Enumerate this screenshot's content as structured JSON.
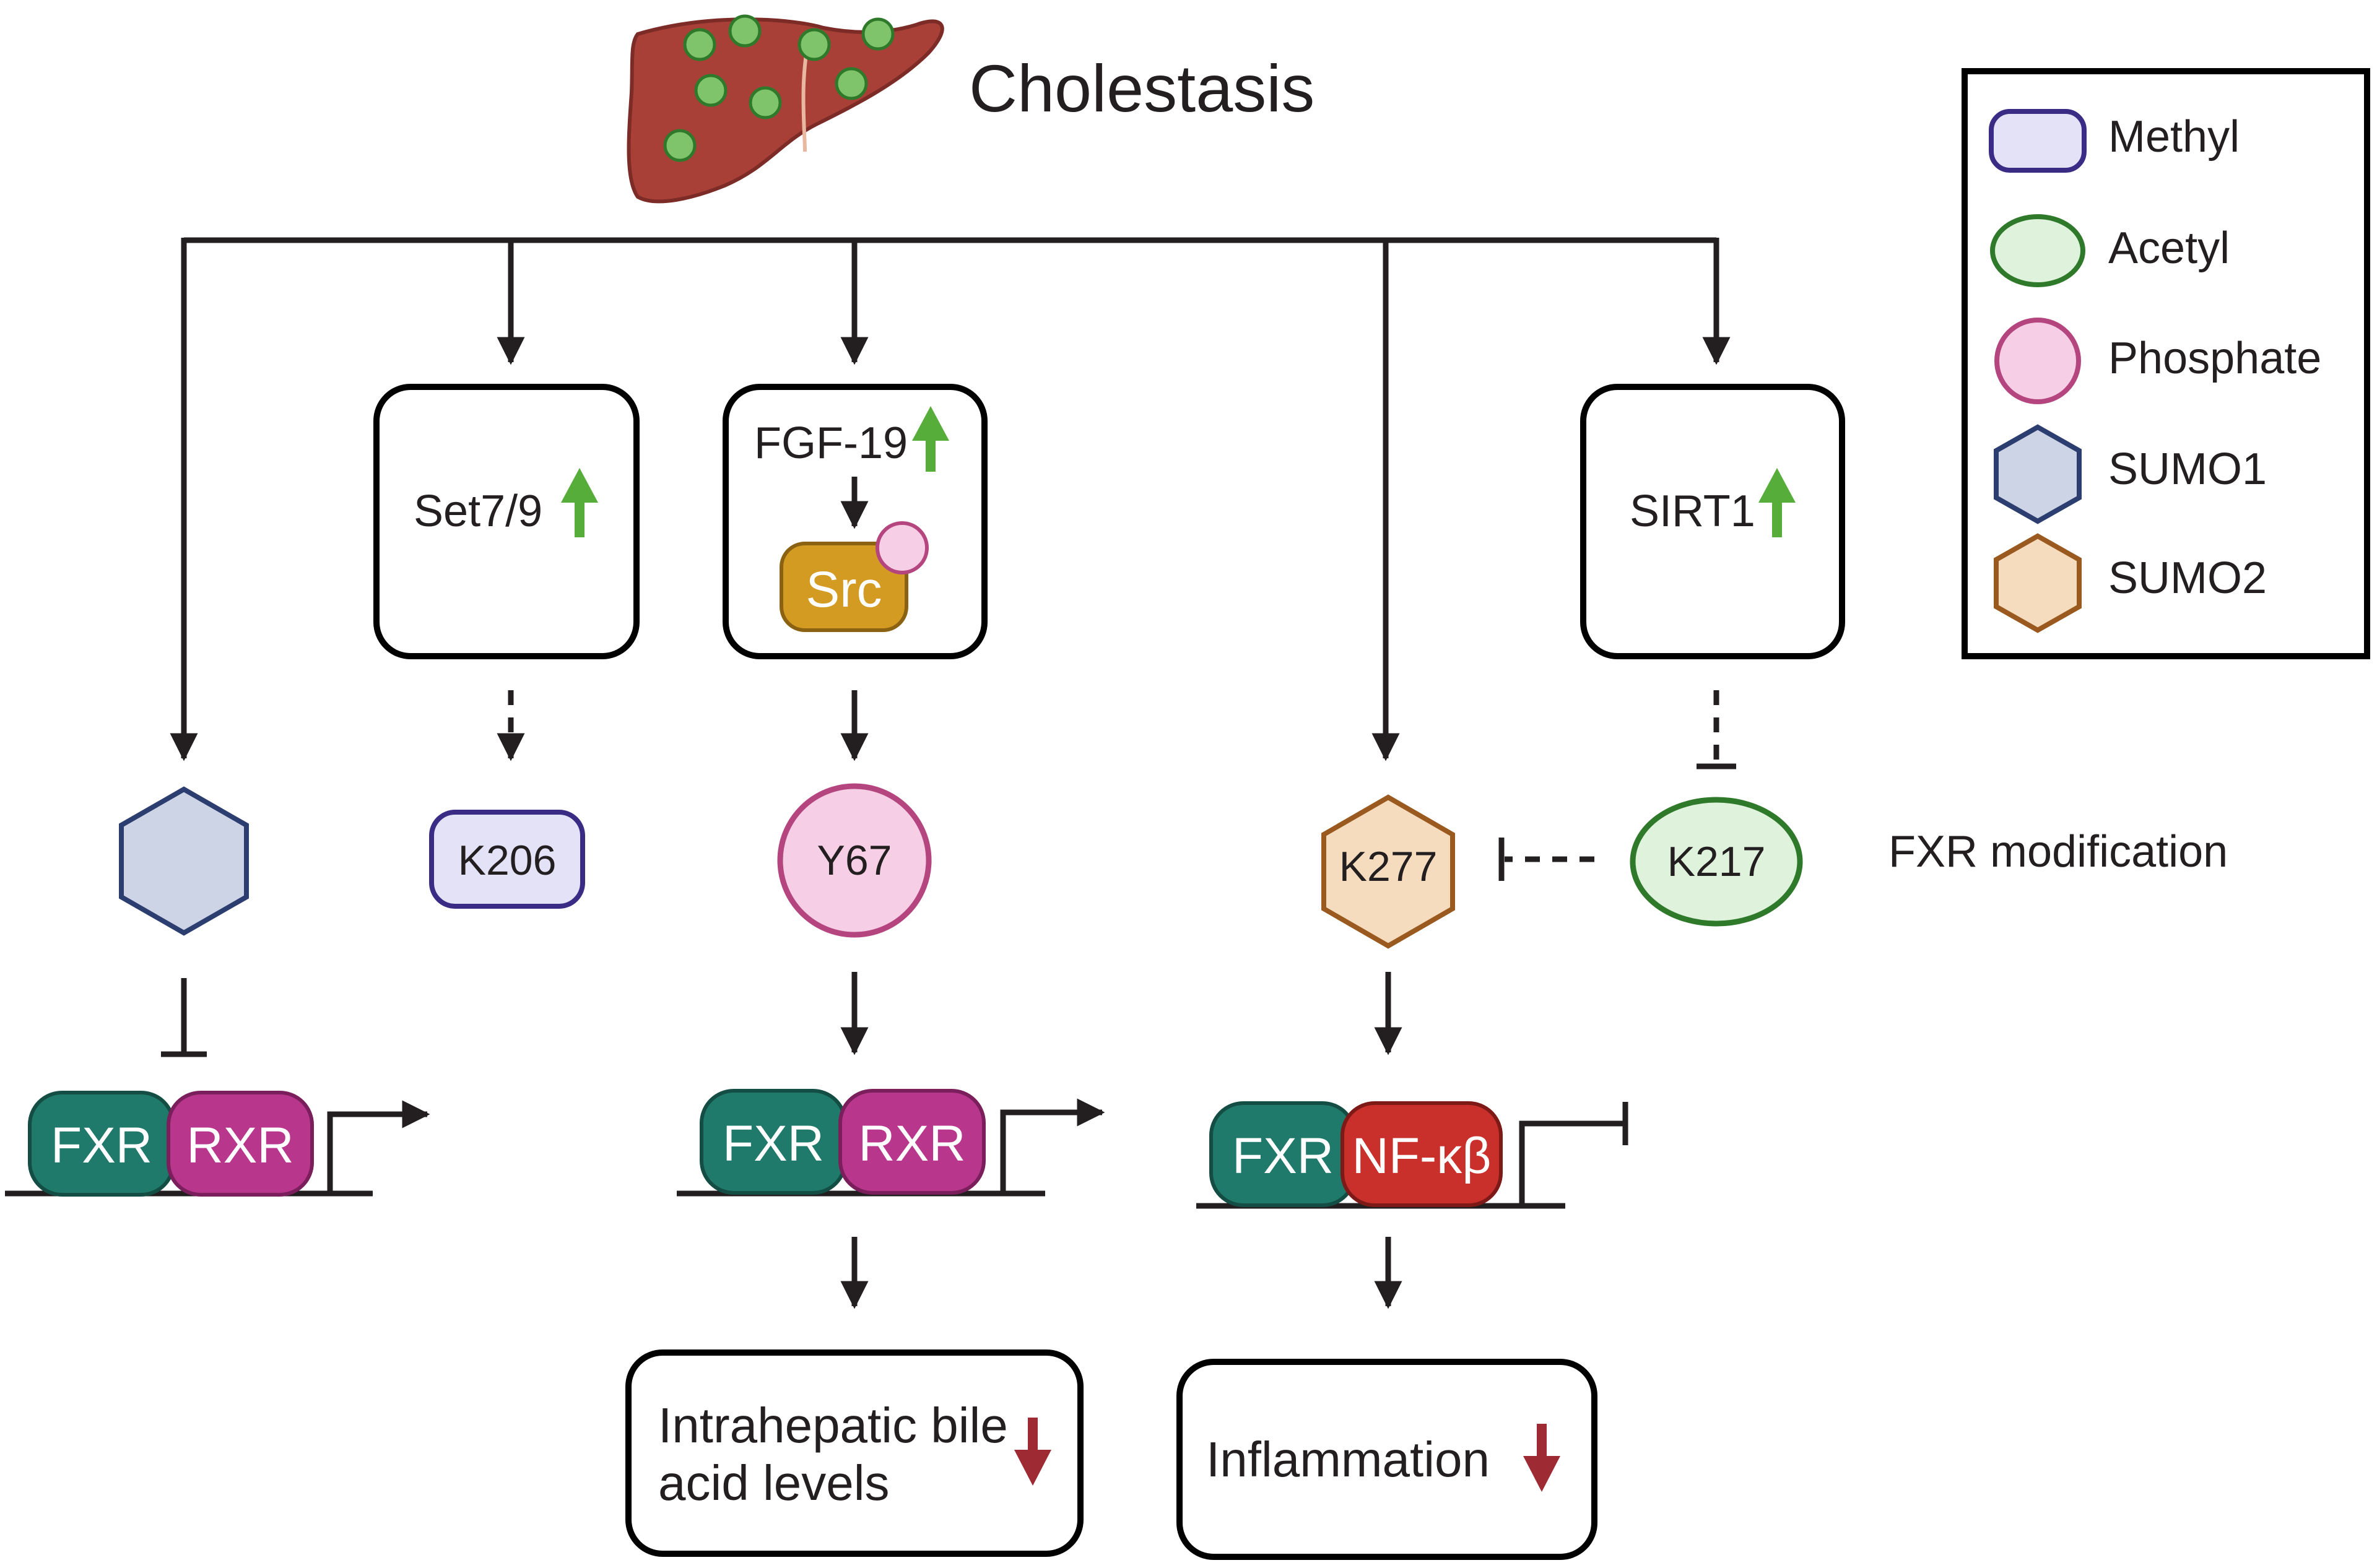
{
  "title": "Cholestasis",
  "legend": {
    "items": [
      {
        "label": "Methyl"
      },
      {
        "label": "Acetyl"
      },
      {
        "label": "Phosphate"
      },
      {
        "label": "SUMO1"
      },
      {
        "label": "SUMO2"
      }
    ]
  },
  "enzymes": {
    "set79": "Set7/9",
    "fgf19": "FGF-19",
    "src": "Src",
    "sirt1": "SIRT1"
  },
  "sites": {
    "k206": "K206",
    "y67": "Y67",
    "k277": "K277",
    "k217": "K217"
  },
  "side_label": "FXR modification",
  "genes": {
    "fxr": "FXR",
    "rxr": "RXR",
    "nfkb": "NF-κβ"
  },
  "outcomes": {
    "bile_line1": "Intrahepatic bile",
    "bile_line2": "acid levels",
    "inflammation": "Inflammation"
  },
  "colors": {
    "methyl_fill": "#e3e2f7",
    "methyl_stroke": "#3a2c85",
    "acetyl_fill": "#dff2dc",
    "acetyl_stroke": "#2f7a2a",
    "phosphate_fill": "#f6cfe6",
    "phosphate_stroke": "#b5457f",
    "sumo1_fill": "#cdd4e6",
    "sumo1_stroke": "#2c3e70",
    "sumo2_fill": "#f5dcbe",
    "sumo2_stroke": "#9a5a1f",
    "fxr": "#1f7a6b",
    "rxr": "#b8378c",
    "nfkb": "#c9302c",
    "src": "#d39b22",
    "up_arrow": "#57ad3a",
    "down_arrow": "#9e2a33",
    "liver": "#a84038"
  }
}
